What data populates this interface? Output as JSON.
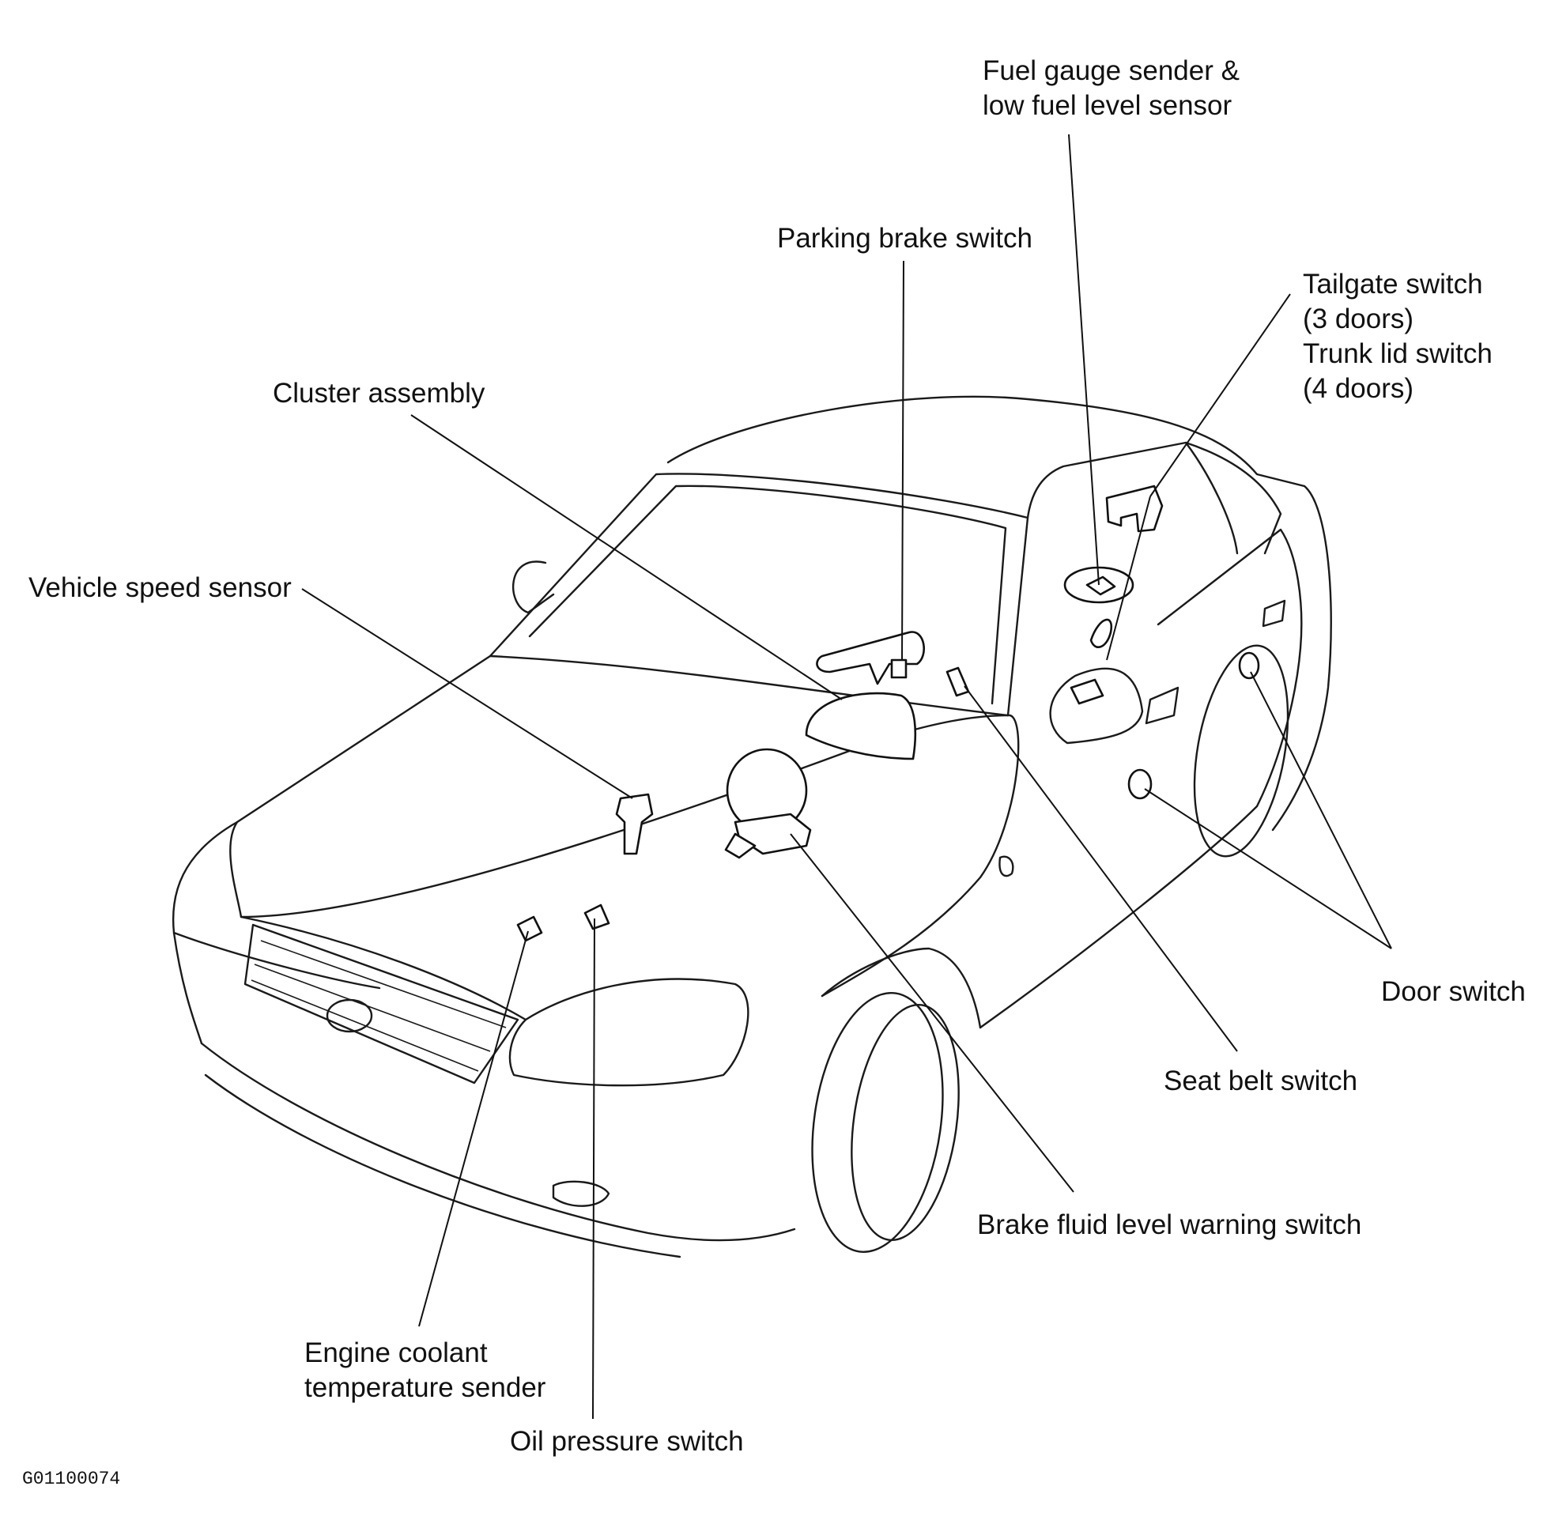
{
  "labels": {
    "fuel_gauge": [
      "Fuel gauge sender &",
      "low fuel level sensor"
    ],
    "parking_brake": "Parking brake switch",
    "tailgate": [
      "Tailgate switch",
      "(3 doors)",
      "Trunk lid switch",
      "(4 doors)"
    ],
    "cluster": "Cluster assembly",
    "vehicle_speed": "Vehicle speed sensor",
    "door_switch": "Door switch",
    "seat_belt": "Seat belt switch",
    "brake_fluid": "Brake fluid level warning switch",
    "engine_coolant": [
      "Engine coolant",
      "temperature sender"
    ],
    "oil_pressure": "Oil pressure switch"
  },
  "figure_code": "G01100074"
}
